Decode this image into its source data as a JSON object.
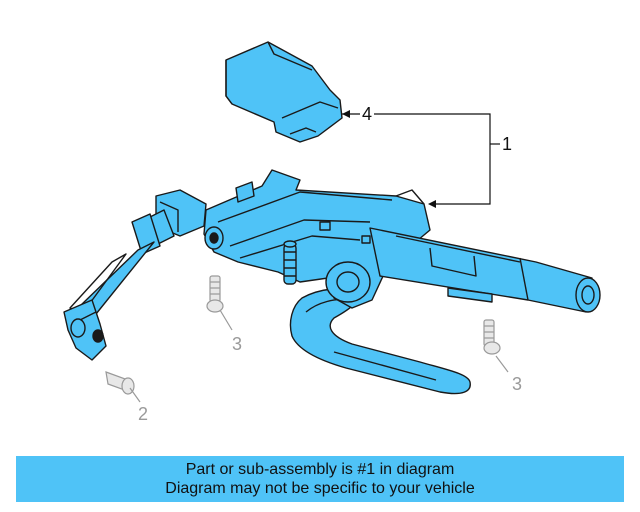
{
  "diagram": {
    "callouts": [
      {
        "id": "c1",
        "label": "1"
      },
      {
        "id": "c2",
        "label": "2"
      },
      {
        "id": "c3a",
        "label": "3"
      },
      {
        "id": "c3b",
        "label": "3"
      },
      {
        "id": "c4",
        "label": "4"
      }
    ],
    "part_color": "#4fc3f7",
    "outline_color": "#1a1a1a",
    "ghost_color": "#b8b8b8"
  },
  "banner": {
    "line1": "Part or sub-assembly is #1 in diagram",
    "line2": "Diagram may not be specific to your vehicle",
    "background": "#4fc3f7"
  }
}
